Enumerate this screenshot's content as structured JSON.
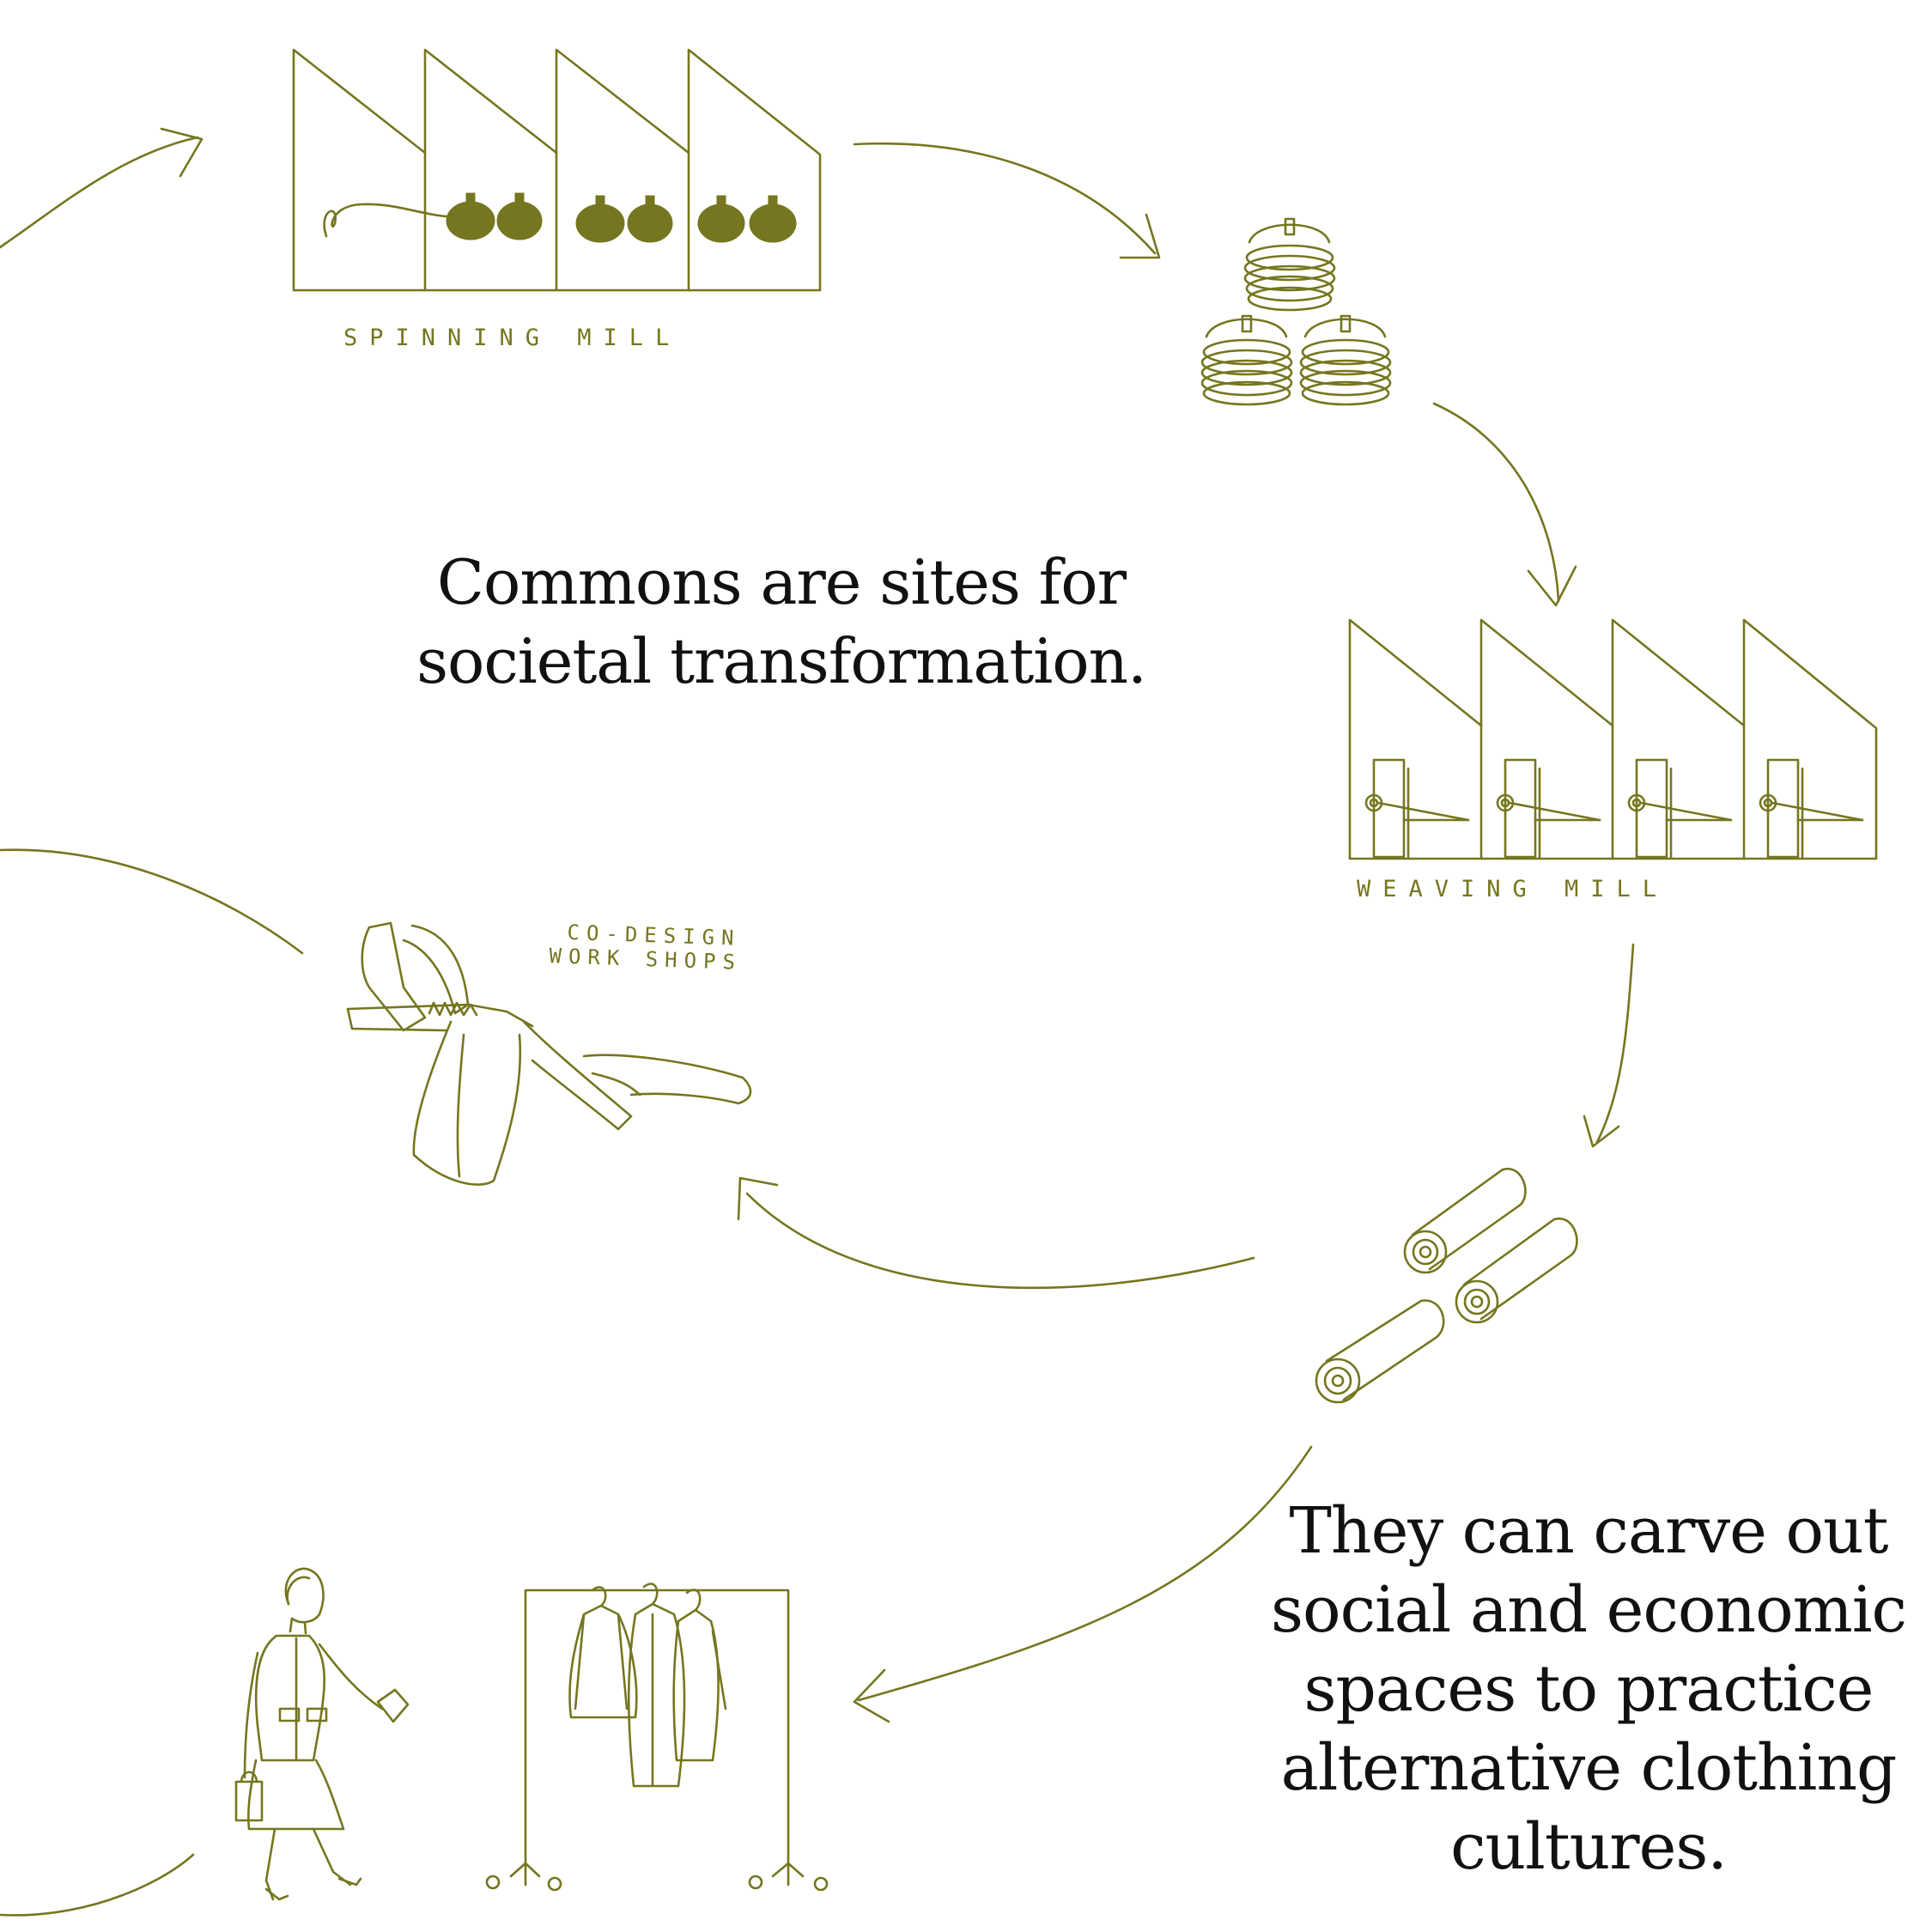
{
  "labels": {
    "spinning_mill": "SPINNING MILL",
    "weaving_mill": "WEAVING MILL",
    "workshops_line1": "CO-DESIGN",
    "workshops_line2": "WORK SHOPS"
  },
  "text": {
    "statement_1": "Commons are sites for societal transformation.",
    "statement_2": "They can carve out social and economic spaces to practice alternative clothing cultures."
  },
  "colors": {
    "ink": "#75761f",
    "text": "#111111",
    "background": "#ffffff"
  }
}
